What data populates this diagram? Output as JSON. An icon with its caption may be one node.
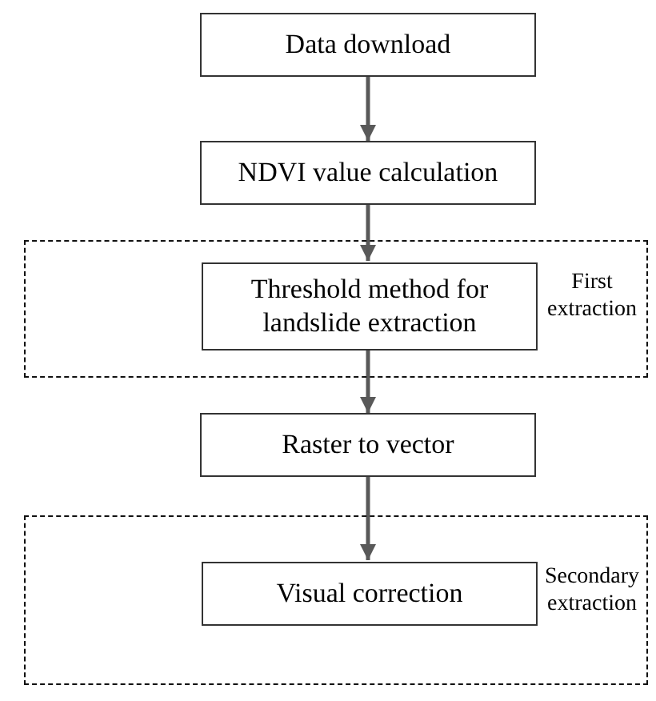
{
  "diagram": {
    "nodes": [
      {
        "text": [
          "Data download"
        ]
      },
      {
        "text": [
          "NDVI value calculation"
        ]
      },
      {
        "text": [
          "First extraction"
        ]
      },
      {
        "text": [
          "Threshold method for landslide extraction"
        ],
        "in": 2
      },
      {
        "text": [
          "Raster to vector"
        ]
      },
      {
        "text": [
          "Secondary extraction"
        ]
      },
      {
        "text": [
          "Visual correction"
        ],
        "in": 5
      }
    ],
    "edges": [
      {
        "from": 0,
        "to": 1,
        "arrow": "to"
      },
      {
        "from": 1,
        "to": 3,
        "arrow": "to"
      },
      {
        "from": 3,
        "to": 4,
        "arrow": "to"
      },
      {
        "from": 4,
        "to": 6,
        "arrow": "to"
      }
    ]
  }
}
